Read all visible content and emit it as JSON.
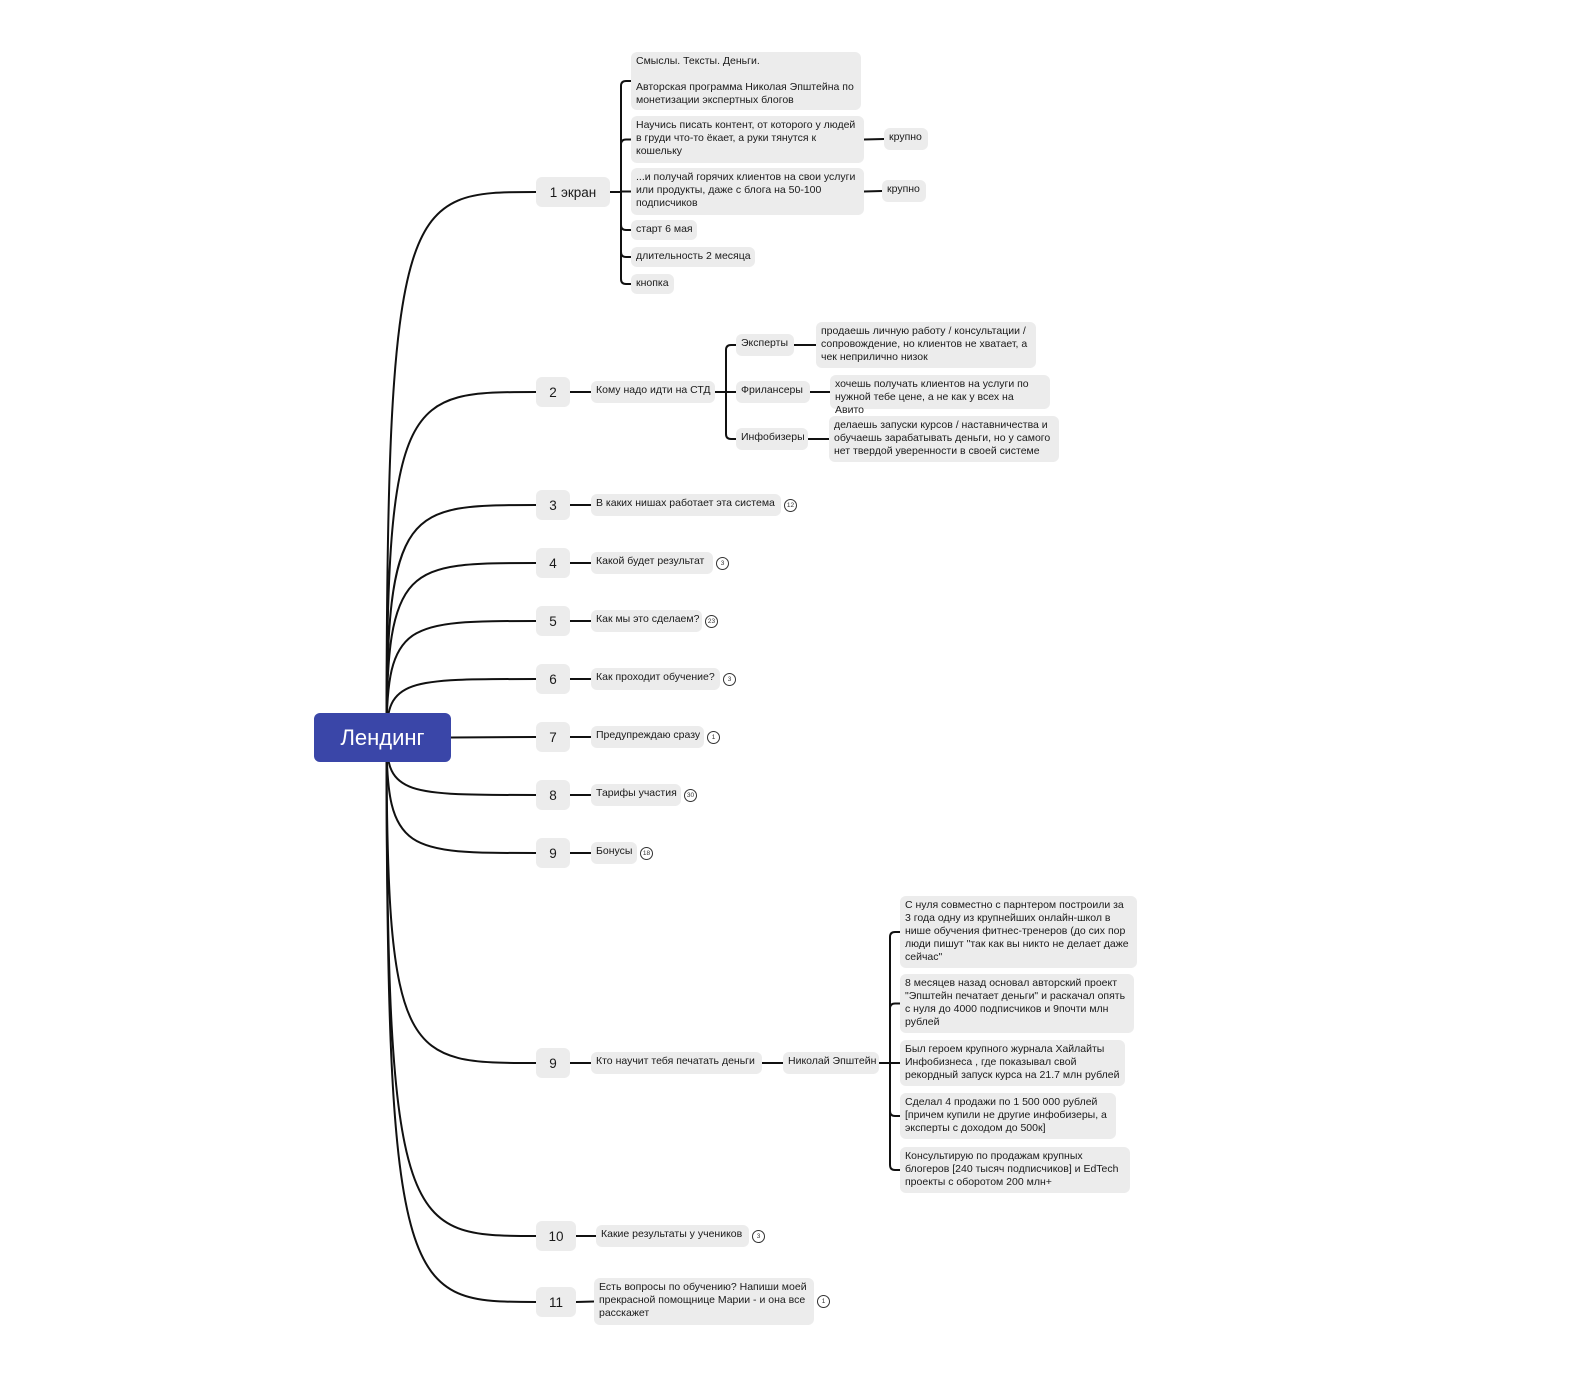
{
  "root": {
    "label": "Лендинг",
    "color": "#3a46a8"
  },
  "nodes": {
    "b1": "1 экран",
    "b2": "2",
    "b3": "3",
    "b4": "4",
    "b5": "5",
    "b6": "6",
    "b7": "7",
    "b8": "8",
    "b9": "9",
    "b9b": "9",
    "b10": "10",
    "b11": "11",
    "s1a": "Смыслы. Тексты. Деньги.\n\nАвторская программа Николая Эпштейна по монетизации экспертных блогов",
    "s1b": "Научись писать контент, от которого у людей в груди что-то ёкает, а руки тянутся к кошельку",
    "s1b_tag": "крупно",
    "s1c": "...и получай горячих клиентов на свои услуги или продукты, даже с блога на 50-100 подписчиков",
    "s1c_tag": "крупно",
    "s1d": "старт 6 мая",
    "s1e": "длительность 2 месяца",
    "s1f": "кнопка",
    "s2": "Кому надо идти на СТД",
    "s2a": "Эксперты",
    "s2a_d": "продаешь личную работу / консультации / сопровождение, но клиентов не хватает, а чек неприлично низок",
    "s2b": "Фрилансеры",
    "s2b_d": "хочешь получать клиентов на услуги по нужной тебе цене, а не как у всех на Авито",
    "s2c": "Инфобизеры",
    "s2c_d": "делаешь запуски курсов / наставничества и обучаешь зарабатывать деньги, но у самого нет твердой уверенности в своей системе",
    "s3": "В каких нишах работает эта система",
    "s4": "Какой будет результат",
    "s5": "Как мы это сделаем?",
    "s6": "Как проходит обучение?",
    "s7": "Предупреждаю сразу",
    "s8": "Тарифы участия",
    "s9": "Бонусы",
    "s9b": "Кто научит тебя печатать деньги",
    "s9b_name": "Николай Эпштейн",
    "s9b_1": "С нуля совместно с парнтером построили за 3 года одну из крупнейших онлайн-школ в нише обучения фитнес-тренеров (до сих пор люди пишут \"так как вы никто не делает даже сейчас\"",
    "s9b_2": "8 месяцев назад основал авторский проект \"Эпштейн печатает деньги\" и раскачал опять с нуля до 4000 подписчиков и 9почти  млн рублей",
    "s9b_3": "Был героем крупного журнала Хайлайты Инфобизнеса , где показывал свой рекордный запуск курса на 21.7 млн рублей",
    "s9b_4": "Сделал 4 продажи по 1 500 000 рублей [причем купили не другие инфобизеры, а эксперты с доходом до 500к]",
    "s9b_5": "Консультирую по продажам крупных блогеров [240 тысяч подписчиков] и EdTech проекты с оборотом 200 млн+",
    "s10": "Какие результаты у учеников",
    "s11": "Есть вопросы по обучению? Напиши моей прекрасной помощнице Марии - и она все расскажет"
  },
  "badges": {
    "s3": "12",
    "s4": "3",
    "s5": "23",
    "s6": "3",
    "s7": "1",
    "s8": "30",
    "s9": "18",
    "s10": "3",
    "s11": "1"
  }
}
